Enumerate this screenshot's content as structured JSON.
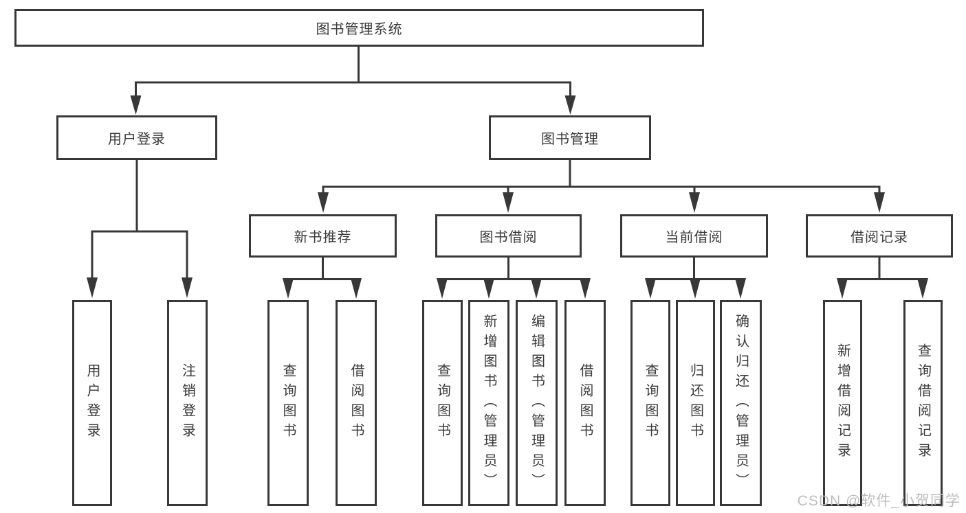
{
  "diagram": {
    "root": {
      "label": "图书管理系统",
      "children": [
        {
          "label": "用户登录",
          "children": [
            {
              "label": "用户登录"
            },
            {
              "label": "注销登录"
            }
          ]
        },
        {
          "label": "图书管理",
          "children": [
            {
              "label": "新书推荐",
              "children": [
                {
                  "label": "查询图书"
                },
                {
                  "label": "借阅图书"
                }
              ]
            },
            {
              "label": "图书借阅",
              "children": [
                {
                  "label": "查询图书"
                },
                {
                  "label": "新增图书（管理员）"
                },
                {
                  "label": "编辑图书（管理员）"
                },
                {
                  "label": "借阅图书"
                }
              ]
            },
            {
              "label": "当前借阅",
              "children": [
                {
                  "label": "查询图书"
                },
                {
                  "label": "归还图书"
                },
                {
                  "label": "确认归还（管理员）"
                }
              ]
            },
            {
              "label": "借阅记录",
              "children": [
                {
                  "label": "新增借阅记录"
                },
                {
                  "label": "查询借阅记录"
                }
              ]
            }
          ]
        }
      ]
    }
  },
  "watermark": {
    "text": "CSDN @软件_小贺同学"
  },
  "colors": {
    "line": "#383838",
    "text": "#3a3a3a",
    "watermark": "#bdbdbd",
    "background": "#ffffff"
  }
}
